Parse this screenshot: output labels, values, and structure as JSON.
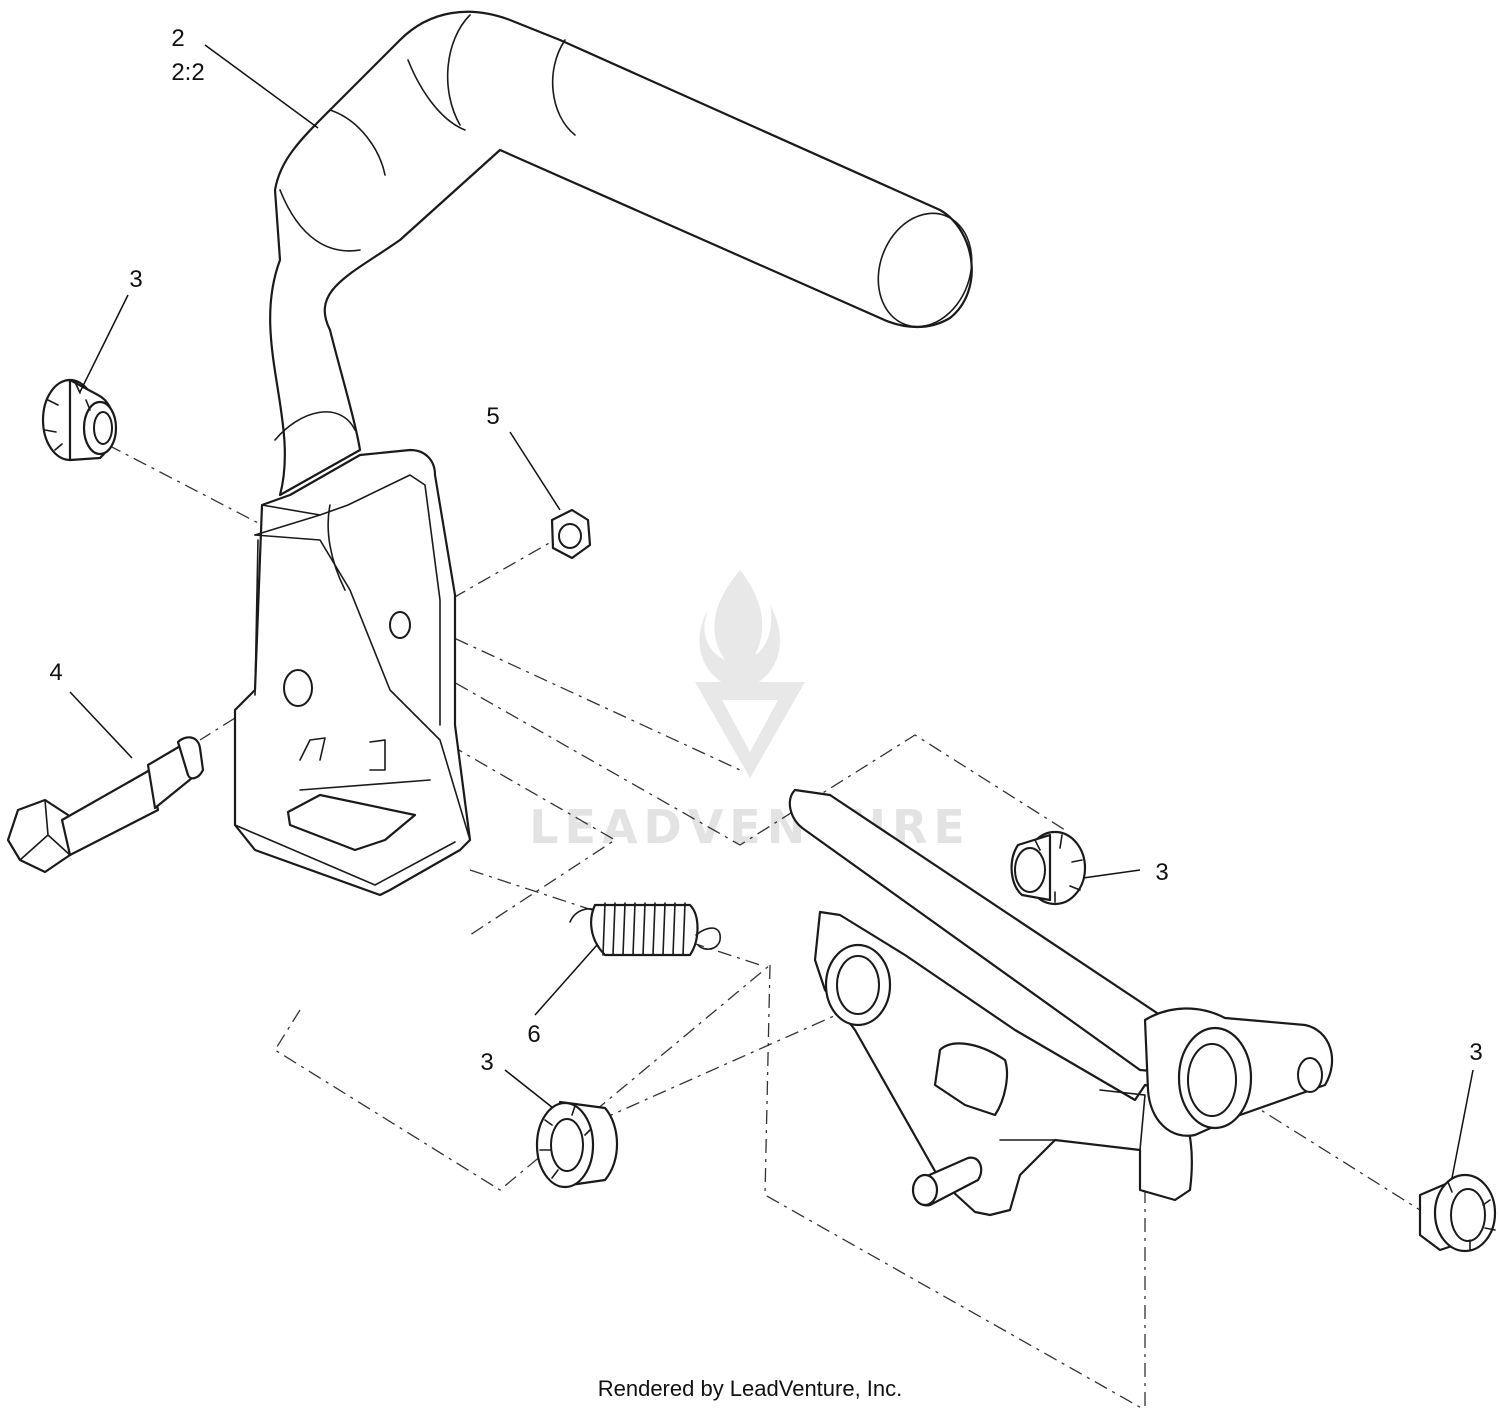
{
  "diagram": {
    "callouts": {
      "c2": "2",
      "c2_qty": "2:2",
      "c3_a": "3",
      "c3_b": "3",
      "c3_c": "3",
      "c3_d": "3",
      "c4": "4",
      "c5": "5",
      "c6": "6"
    },
    "watermark": "LEADVENTURE",
    "footer": "Rendered by LeadVenture, Inc."
  }
}
